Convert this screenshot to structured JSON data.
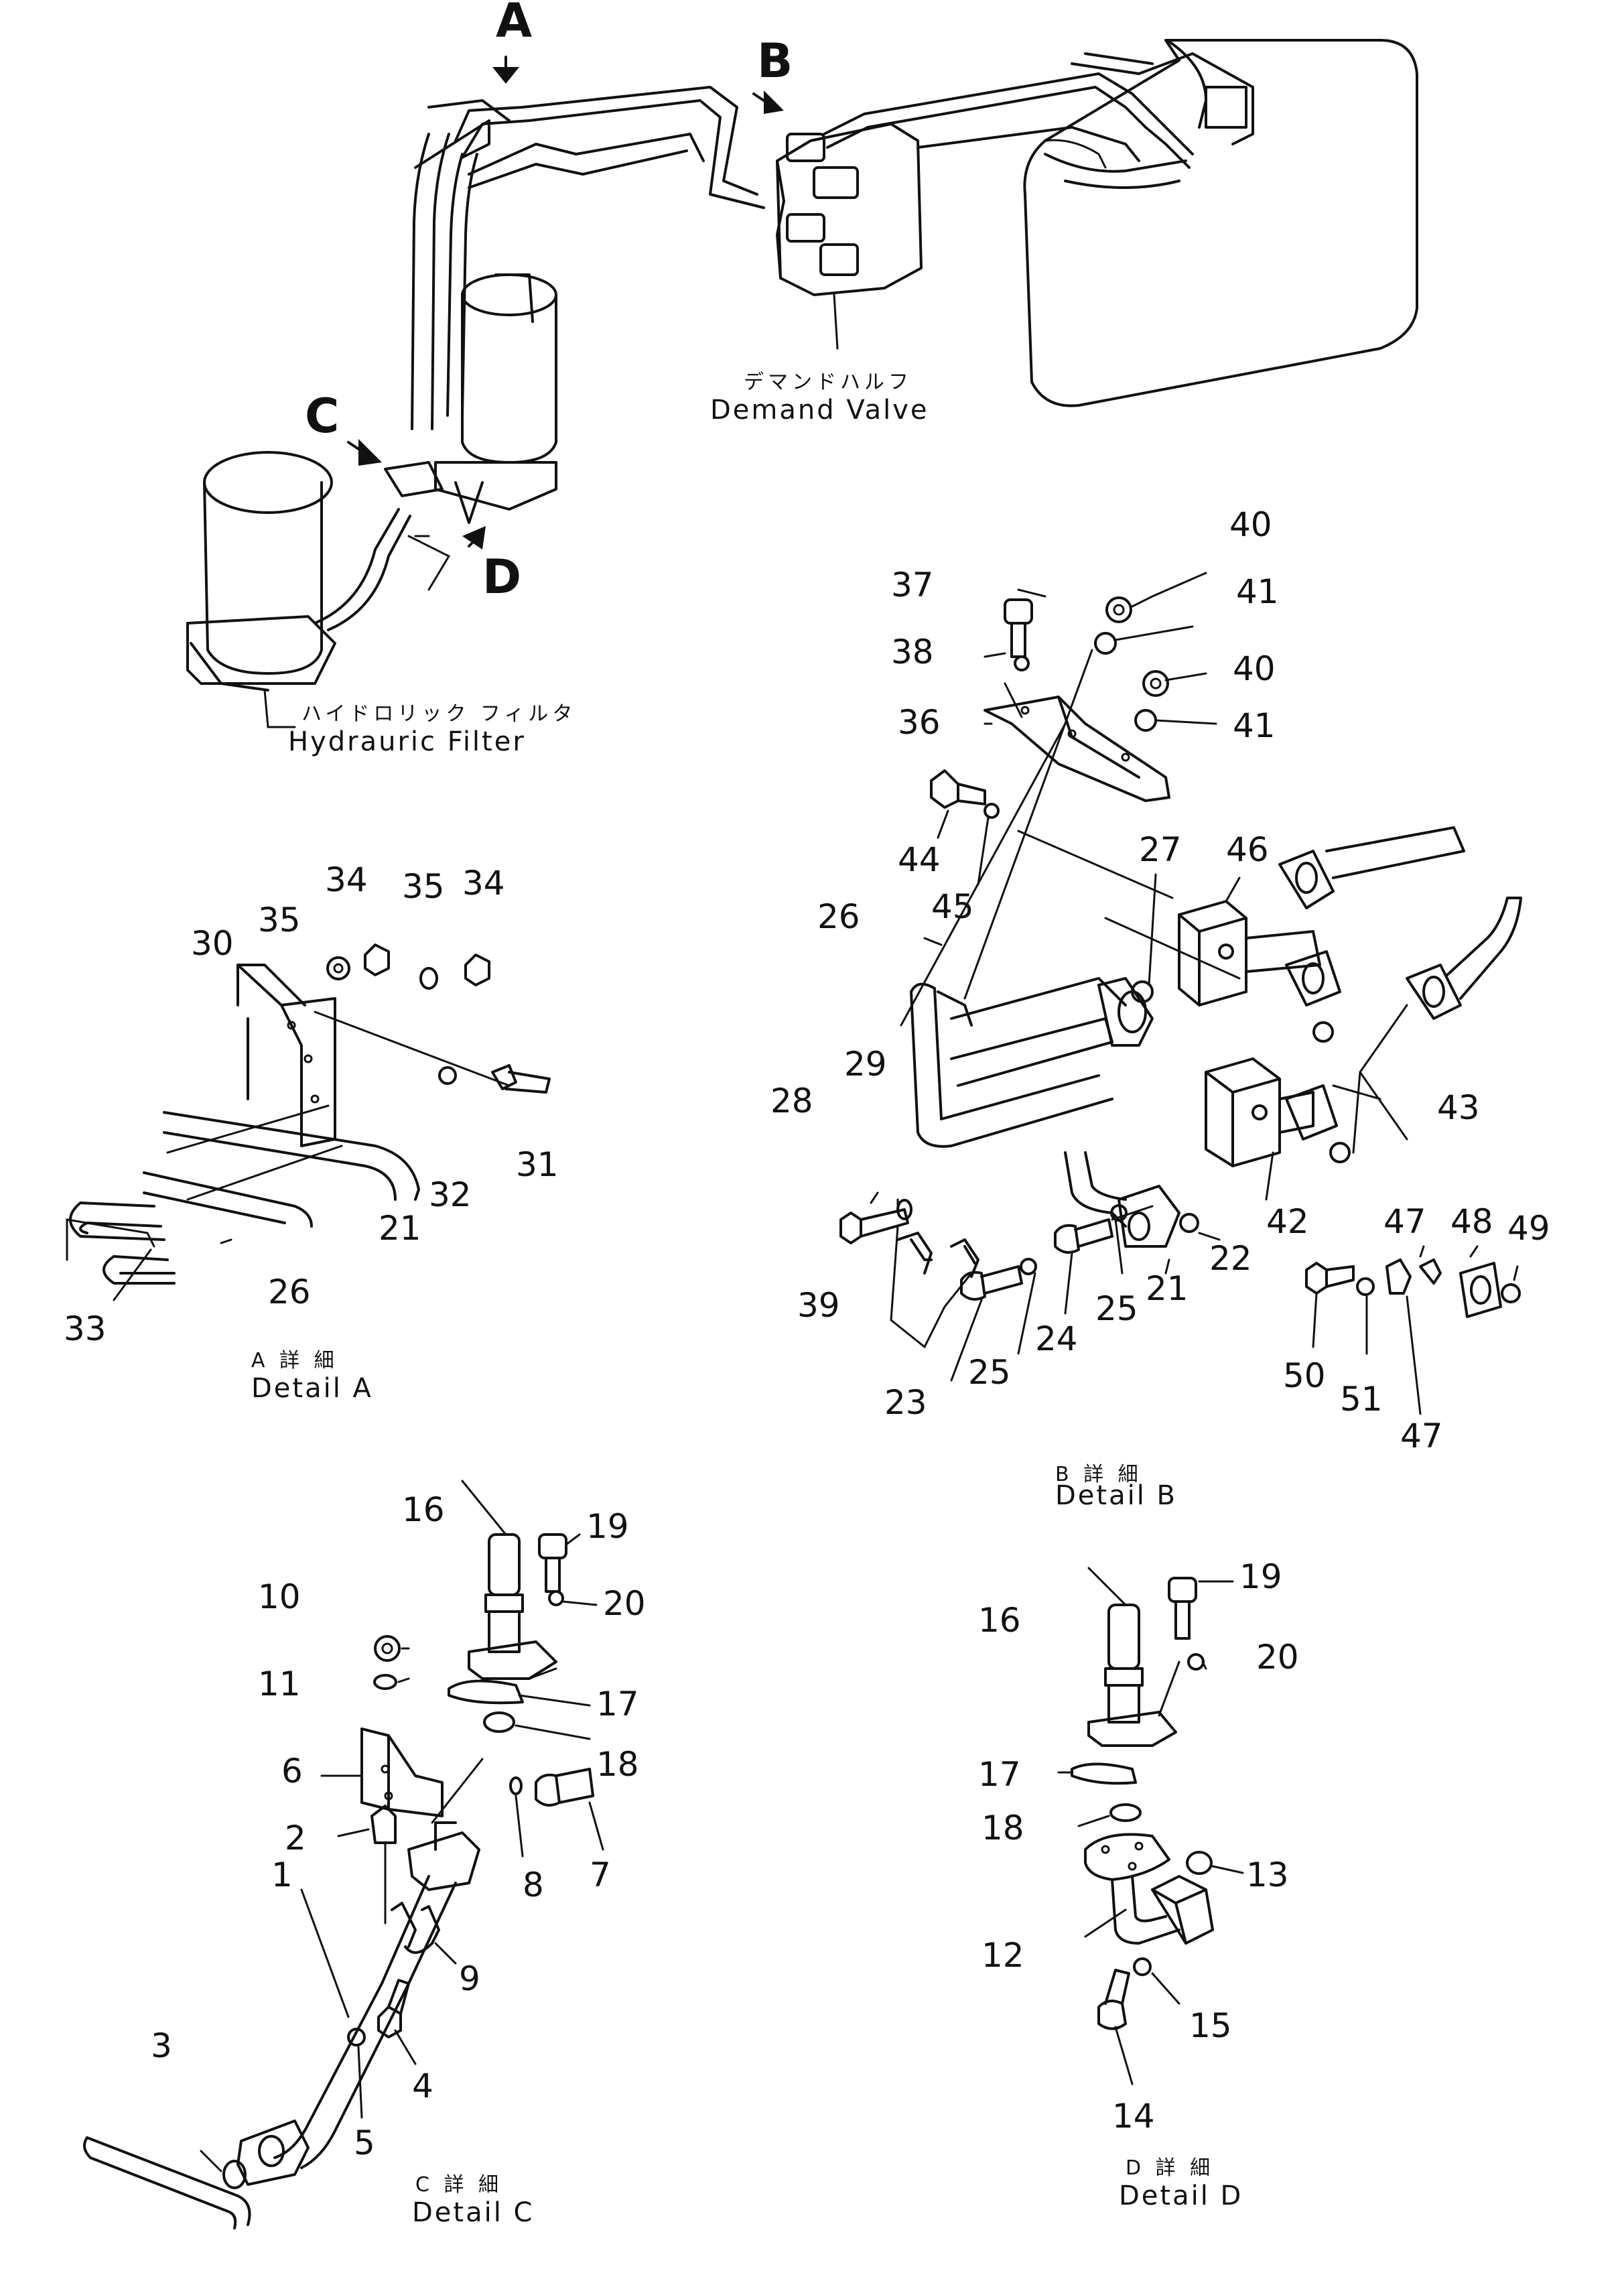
{
  "overview": {
    "arrow_a": "A",
    "arrow_b": "B",
    "arrow_c": "C",
    "arrow_d": "D",
    "demand_valve_jp": "デマンドハルフ",
    "demand_valve_en": "Demand Valve",
    "filter_jp": "ハイドロリック フィルタ",
    "filter_en": "Hydrauric  Filter"
  },
  "detail_a": {
    "caption_jp": "A 詳 細",
    "caption_en": "Detail  A",
    "labels": [
      "34",
      "35",
      "35",
      "34",
      "30",
      "31",
      "32",
      "21",
      "26",
      "33"
    ]
  },
  "detail_b": {
    "caption_jp": "B 詳 細",
    "caption_en": "Detail  B",
    "labels": [
      "40",
      "37",
      "41",
      "38",
      "40",
      "36",
      "41",
      "44",
      "27",
      "46",
      "45",
      "26",
      "29",
      "28",
      "43",
      "42",
      "47",
      "48",
      "49",
      "22",
      "21",
      "39",
      "25",
      "24",
      "25",
      "23",
      "50",
      "51",
      "47"
    ]
  },
  "detail_c": {
    "caption_jp": "C 詳 細",
    "caption_en": "Detail  C",
    "labels": [
      "16",
      "19",
      "20",
      "10",
      "11",
      "17",
      "18",
      "6",
      "2",
      "8",
      "7",
      "1",
      "9",
      "3",
      "4",
      "5"
    ]
  },
  "detail_d": {
    "caption_jp": "D 詳 細",
    "caption_en": "Detail  D",
    "labels": [
      "19",
      "16",
      "20",
      "17",
      "18",
      "13",
      "12",
      "15",
      "14"
    ]
  }
}
